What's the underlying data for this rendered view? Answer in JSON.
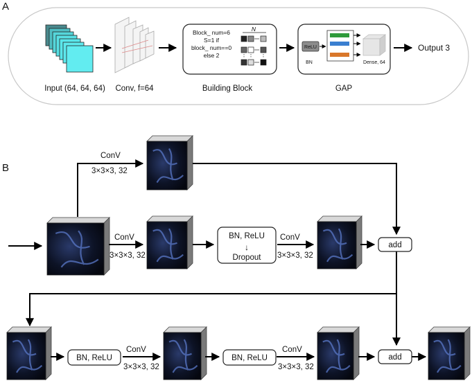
{
  "panel_a": {
    "letter": "A",
    "input_label": "Input (64, 64, 64)",
    "conv_label": "Conv, f=64",
    "block_label": "Building Block",
    "block_text": [
      "Block_ num=6",
      "S=1 if",
      "block_ num==0",
      "else 2"
    ],
    "block_n": "N",
    "gap_label": "GAP",
    "relu_label": "ReLU",
    "bn_label": "BN",
    "dense_label": "Dense, 64",
    "output_label": "Output 3"
  },
  "panel_b": {
    "letter": "B",
    "conv_word": "ConV",
    "kernel_label": "3×3×3, 32",
    "bn_relu_label": "BN, ReLU",
    "down_arrow": "↓",
    "dropout_label": "Dropout",
    "add_label": "add"
  },
  "colors": {
    "input_stack": "#58e6ea",
    "input_stack_back": "#2d6b6e",
    "cube_face": "#0a0f1e",
    "cube_vessel": "#5a78c8",
    "cube_side": "#7a7a7a",
    "cube_top": "#d8d8d8",
    "gap_green": "#2e9a3a",
    "gap_blue": "#3a7fd0",
    "gap_orange": "#d9772a",
    "relu_fill": "#8c8c8c"
  }
}
